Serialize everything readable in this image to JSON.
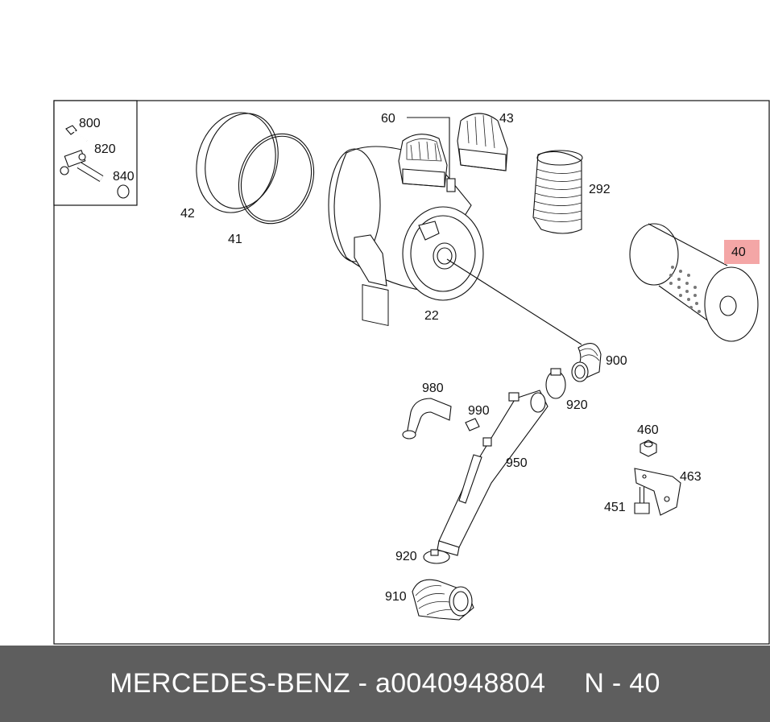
{
  "labels": {
    "p800": "800",
    "p820": "820",
    "p840": "840",
    "p42": "42",
    "p41": "41",
    "p60": "60",
    "p43": "43",
    "p292": "292",
    "p40": "40",
    "p22": "22",
    "p900": "900",
    "p920a": "920",
    "p980": "980",
    "p990": "990",
    "p950": "950",
    "p460": "460",
    "p463": "463",
    "p451": "451",
    "p920b": "920",
    "p910": "910"
  },
  "footer": {
    "brand_part": "MERCEDES-BENZ - a0040948804",
    "ref": "N - 40"
  },
  "colors": {
    "highlight": "#f4a6a6",
    "footer_bg": "#5e5e5e",
    "line": "#111111"
  }
}
